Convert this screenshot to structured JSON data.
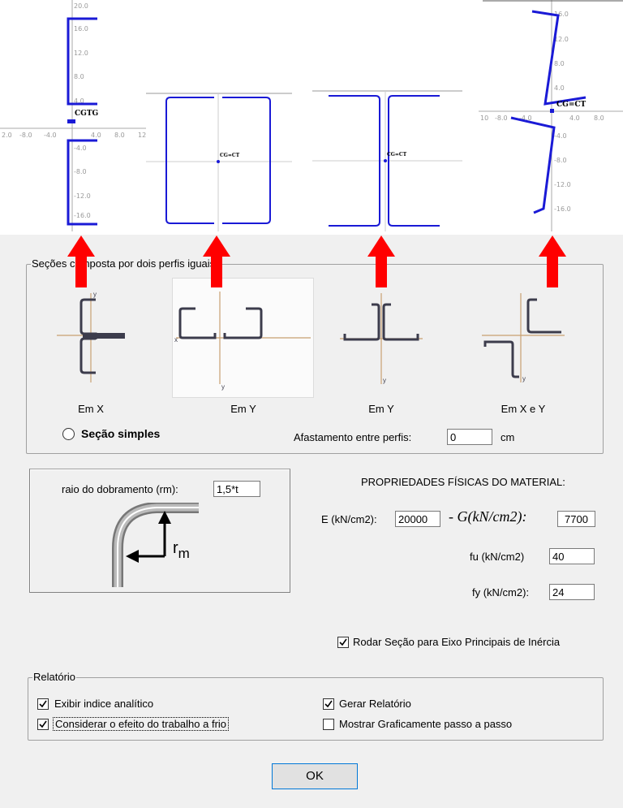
{
  "plots": {
    "p1": {
      "ticks_y": [
        "20.0",
        "16.0",
        "12.0",
        "8.0",
        "4.0",
        "-4.0",
        "-8.0",
        "-12.0",
        "-16.0"
      ],
      "ticks_x": [
        "2.0",
        "-8.0",
        "-4.0",
        "4.0",
        "8.0",
        "12"
      ],
      "label": "CGTG"
    },
    "p2": {
      "label": "CG=CT"
    },
    "p3": {
      "label": "CG=CT"
    },
    "p4": {
      "ticks_y": [
        "16.0",
        "12.0",
        "8.0",
        "4.0",
        "-4.0",
        "-8.0",
        "-12.0",
        "-16.0"
      ],
      "ticks_x": [
        "10",
        "-8.0",
        "-4.0",
        "4.0",
        "8.0"
      ],
      "label": "CG=CT"
    }
  },
  "sections": {
    "legend": "Seções composta por dois perfis iguais",
    "options": [
      {
        "label": "Em X"
      },
      {
        "label": "Em Y"
      },
      {
        "label": "Em Y"
      },
      {
        "label": "Em X e Y"
      }
    ],
    "simple_label": "Seção simples",
    "spacing_label": "Afastamento entre perfis:",
    "spacing_value": "0",
    "spacing_unit": "cm"
  },
  "bend": {
    "label": "raio do dobramento (rm):",
    "value": "1,5*t",
    "r_label": "r",
    "r_sub": "m"
  },
  "material": {
    "title": "PROPRIEDADES FÍSICAS DO MATERIAL:",
    "e_label": "E (kN/cm2):",
    "e_value": "20000",
    "g_label": "- G(kN/cm2):",
    "g_value": "7700",
    "fu_label": "fu (kN/cm2)",
    "fu_value": "40",
    "fy_label": "fy (kN/cm2):",
    "fy_value": "24"
  },
  "rotate_label": "Rodar Seção para Eixo Principais de Inércia",
  "report": {
    "legend": "Relatório",
    "items": [
      {
        "label": "Exibir indice analítico"
      },
      {
        "label": "Considerar o efeito do trabalho a frio"
      },
      {
        "label": "Gerar Relatório"
      },
      {
        "label": "Mostrar Graficamente passo a passo"
      }
    ]
  },
  "ok_label": "OK",
  "colors": {
    "section_line": "#1a1ad6",
    "arrow": "#ff0000",
    "icon": "#3c3c4c",
    "axis": "#c8a070",
    "dialog_bg": "#f0f0f0"
  }
}
